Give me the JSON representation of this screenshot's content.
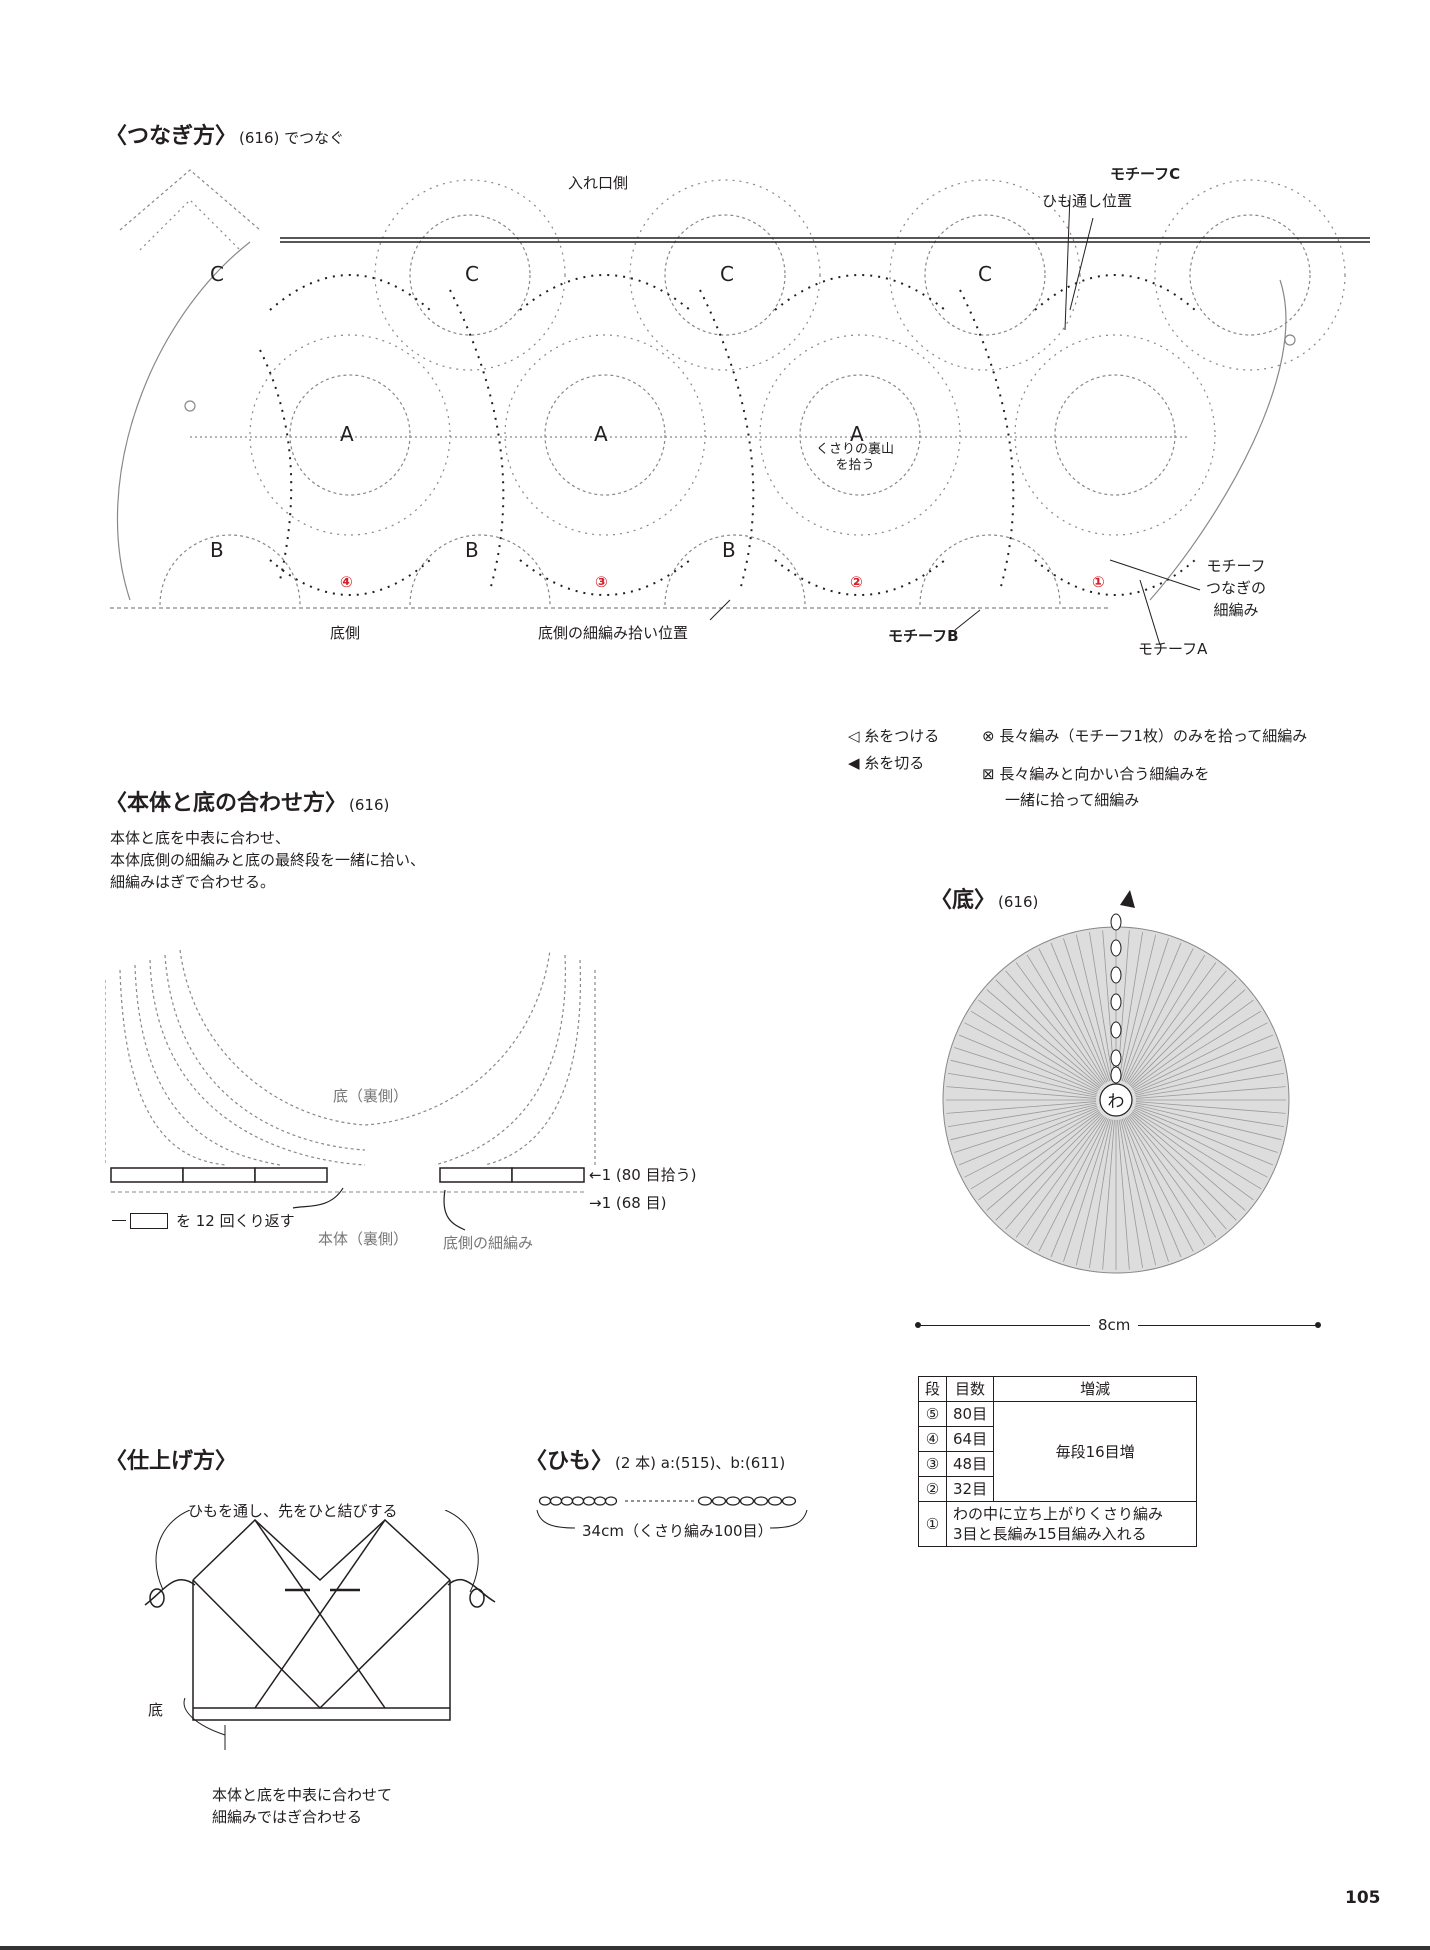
{
  "joining": {
    "heading": "〈つなぎ方〉",
    "sub": "(616) でつなぐ",
    "labels": {
      "opening_side": "入れ口側",
      "motif_c": "モチーフC",
      "cord_position": "ひも通し位置",
      "bottom_side": "底側",
      "bottom_sc_pickup": "底側の細編み拾い位置",
      "motif_b": "モチーフB",
      "motif_a": "モチーフA",
      "joining_sc_line1": "モチーフ",
      "joining_sc_line2": "つなぎの",
      "joining_sc_line3": "細編み",
      "back_bump_line1": "くさりの裏山",
      "back_bump_line2": "を拾う"
    },
    "motif_letters": {
      "c": "C",
      "a": "A",
      "b": "B"
    },
    "order_marks": [
      "④",
      "③",
      "②",
      "①"
    ],
    "accent_color": "#d4202a"
  },
  "legend": {
    "attach": "◁ 糸をつける",
    "cut": "◀ 糸を切る",
    "x_circle": "⊗ 長々編み（モチーフ1枚）のみを拾って細編み",
    "x_box_line1": "⊠ 長々編みと向かい合う細編みを",
    "x_box_line2": "一緒に拾って細編み"
  },
  "assembly": {
    "heading": "〈本体と底の合わせ方〉",
    "sub": "(616)",
    "text_lines": [
      "本体と底を中表に合わせ、",
      "本体底側の細編みと底の最終段を一緒に拾い、",
      "細編みはぎで合わせる。"
    ],
    "bottom_wrong_side": "底（裏側）",
    "body_wrong_side": "本体（裏側）",
    "bottom_sc": "底側の細編み",
    "repeat_prefix": "を 12 回くり返す",
    "row1_pick": "←1 (80 目拾う)",
    "row1_count": "→1 (68 目)"
  },
  "base": {
    "heading": "〈底〉",
    "sub": "(616)",
    "ring_label": "わ",
    "width_label": "8cm",
    "table": {
      "headers": [
        "段",
        "目数",
        "増減"
      ],
      "rows": [
        {
          "step": "⑤",
          "count": "80目"
        },
        {
          "step": "④",
          "count": "64目"
        },
        {
          "step": "③",
          "count": "48目"
        },
        {
          "step": "②",
          "count": "32目"
        }
      ],
      "increase": "毎段16目増",
      "first_step": "①",
      "first_line1": "わの中に立ち上がりくさり編み",
      "first_line2": "3目と長編み15目編み入れる"
    }
  },
  "finishing": {
    "heading": "〈仕上げ方〉",
    "cord_note": "ひもを通し、先をひと結びする",
    "bottom_label": "底",
    "join_line1": "本体と底を中表に合わせて",
    "join_line2": "細編みではぎ合わせる"
  },
  "cord": {
    "heading": "〈ひも〉",
    "sub": "(2 本) a:(515)、b:(611)",
    "length": "34cm（くさり編み100目）"
  },
  "page_number": "105"
}
